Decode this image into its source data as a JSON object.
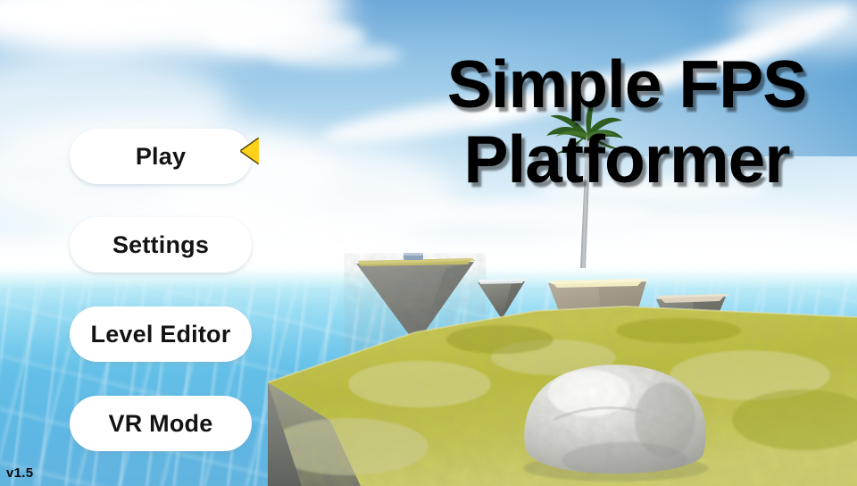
{
  "app": {
    "title_line1": "Simple FPS",
    "title_line2": "Platformer",
    "version": "v1.5"
  },
  "menu": {
    "items": [
      {
        "id": "play",
        "label": "Play",
        "selected": true
      },
      {
        "id": "settings",
        "label": "Settings",
        "selected": false
      },
      {
        "id": "leveleditor",
        "label": "Level Editor",
        "selected": false
      },
      {
        "id": "vrmode",
        "label": "VR Mode",
        "selected": false
      }
    ],
    "selection_cursor_icon": "left-pointing-triangle-icon"
  },
  "scene": {
    "description": "3D low-poly island scene: blue sky with clouds, cyan ocean, grassy island with boulder, four floating inverted-pyramid platforms, one palm tree",
    "sky": {
      "top_color": "#6ea8d8",
      "horizon_color": "#ffffff"
    },
    "water": {
      "color": "#63c3ea",
      "foam_color": "#ffffff"
    },
    "island": {
      "grass_color": "#b5b832",
      "rock_color": "#8d8f87"
    },
    "boulder": {
      "color": "#d9d9d4"
    },
    "palm": {
      "trunk_color": "#a8adb1",
      "frond_color": "#2d5a1e"
    },
    "platforms": [
      {
        "id": "platform-1",
        "cap_color": "#c9c46a",
        "rock_color": "#8f9089"
      },
      {
        "id": "platform-2",
        "cap_color": "#dfe3e6",
        "rock_color": "#84878a"
      },
      {
        "id": "platform-3",
        "cap_color": "#f2ecc0",
        "rock_color": "#b3a893"
      },
      {
        "id": "platform-4",
        "cap_color": "#ddd2c0",
        "rock_color": "#84827c"
      }
    ]
  },
  "colors": {
    "button_bg": "#ffffff",
    "button_text": "#131313",
    "cursor_yellow": "#ffd11a",
    "title_text": "#000000"
  }
}
